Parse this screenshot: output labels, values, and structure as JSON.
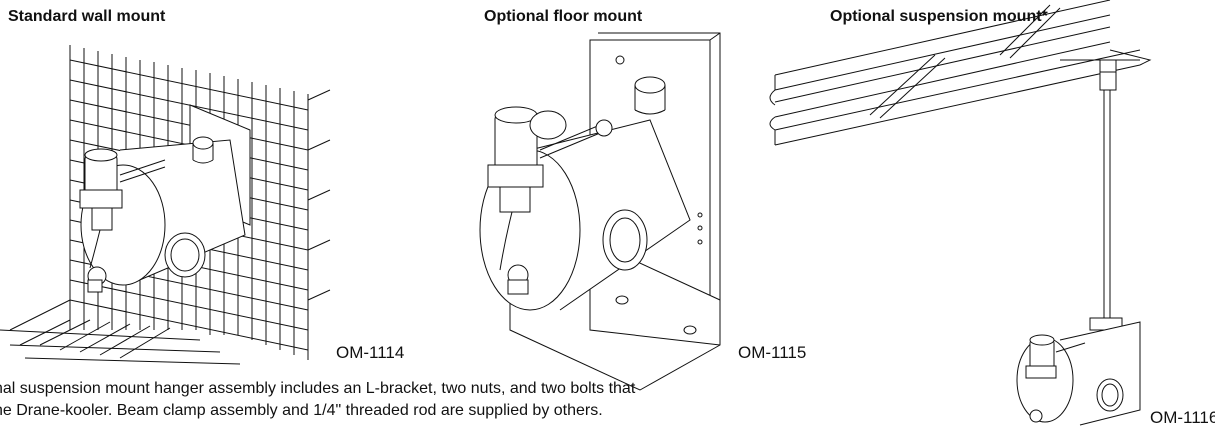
{
  "figures": [
    {
      "title": "Standard wall mount",
      "code": "OM-1114"
    },
    {
      "title": "Optional floor mount",
      "code": "OM-1115"
    },
    {
      "title": "Optional suspension mount*",
      "code": "OM-1116"
    }
  ],
  "footnote": {
    "line1": "nal suspension mount hanger assembly includes an L-bracket, two nuts, and two bolts that",
    "line2": "he Drane-kooler. Beam clamp assembly and 1/4\" threaded rod are supplied by others."
  }
}
